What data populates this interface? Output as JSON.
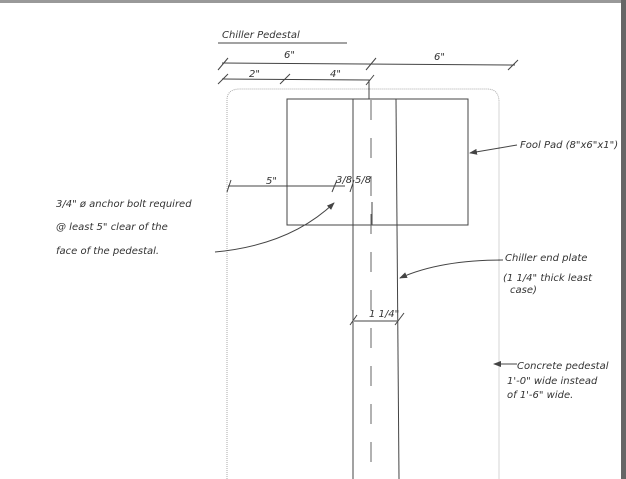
{
  "title": "Chiller Pedestal",
  "dimensions": {
    "top_left": "6\"",
    "top_right": "6\"",
    "sub_left": "2\"",
    "sub_right": "4\"",
    "bolt_offset": "5\"",
    "bolt_small_1": "3/8",
    "bolt_small_2": "5/8",
    "plate_width": "1 1/4\""
  },
  "notes": {
    "anchor_line1": "3/4\" ø anchor bolt required",
    "anchor_line2": "@ least 5\" clear of the",
    "anchor_line3": "face of the pedestal.",
    "pad": "Fool Pad (8\"x6\"x1\")",
    "plate_line1": "Chiller end plate",
    "plate_line2": "(1 1/4\" thick least",
    "plate_line3": "case)",
    "concrete_line1": "Concrete pedestal",
    "concrete_line2": "1'-0\" wide instead",
    "concrete_line3": "of 1'-6\" wide."
  }
}
